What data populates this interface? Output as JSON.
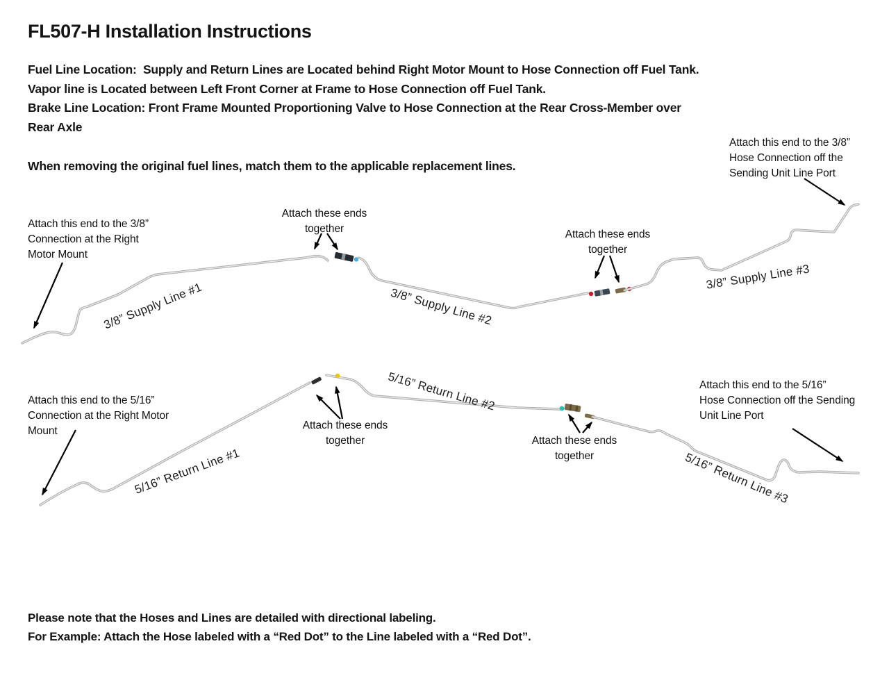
{
  "title": "FL507-H Installation Instructions",
  "intro": {
    "line1": "Fuel Line Location:  Supply and Return Lines are Located behind Right Motor Mount to Hose Connection off Fuel Tank.",
    "line2": "Vapor line is Located between Left Front Corner at Frame to Hose Connection off Fuel Tank.",
    "line3": "Brake Line Location: Front Frame Mounted Proportioning Valve to Hose Connection at the Rear Cross-Member over",
    "line4": "Rear Axle"
  },
  "instruction": "When removing the original fuel lines, match them to the applicable replacement lines.",
  "supply": {
    "left_note": {
      "l1": "Attach this end to the 3/8”",
      "l2": "Connection at the Right",
      "l3": "Motor Mount"
    },
    "joint1_note": {
      "l1": "Attach these ends",
      "l2": "together"
    },
    "joint2_note": {
      "l1": "Attach these ends",
      "l2": "together"
    },
    "right_note": {
      "l1": "Attach this end to the 3/8”",
      "l2": "Hose Connection off the",
      "l3": "Sending Unit Line Port"
    },
    "label1": "3/8” Supply Line #1",
    "label2": "3/8” Supply Line #2",
    "label3": "3/8” Supply Line #3"
  },
  "return": {
    "left_note": {
      "l1": "Attach this end to the 5/16”",
      "l2": "Connection at the Right Motor",
      "l3": "Mount"
    },
    "joint1_note": {
      "l1": "Attach these ends",
      "l2": "together"
    },
    "joint2_note": {
      "l1": "Attach these ends",
      "l2": "together"
    },
    "right_note": {
      "l1": "Attach this end to the 5/16”",
      "l2": "Hose Connection off the Sending",
      "l3": "Unit Line Port"
    },
    "label1": "5/16” Return Line #1",
    "label2": "5/16” Return Line #2",
    "label3": "5/16” Return Line #3"
  },
  "footer": {
    "line1": "Please note that the Hoses and Lines are detailed with directional labeling.",
    "line2": "For Example: Attach the Hose labeled with a “Red Dot” to the Line labeled with a “Red Dot”."
  },
  "colors": {
    "text": "#141414",
    "tube": "#ababab",
    "tube_highlight": "#e9e9e9",
    "red_dot": "#c42127",
    "blue_dot": "#45aede",
    "yellow_dot": "#e8c61c",
    "teal_dot": "#2fbfae",
    "fitting_dark": "#262b33",
    "fitting_slate": "#3c4651",
    "fitting_brass": "#7c6b49",
    "fitting_tip_dark": "#2e2e2e"
  }
}
